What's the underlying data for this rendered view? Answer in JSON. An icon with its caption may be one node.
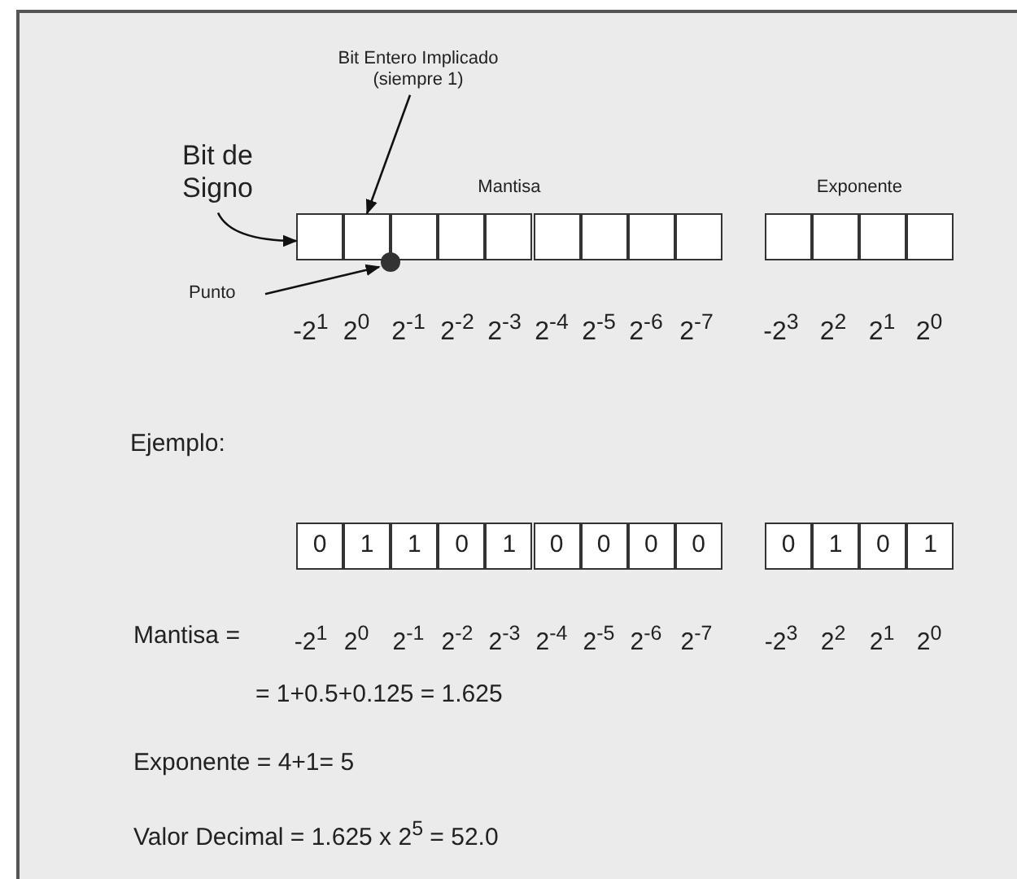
{
  "diagram": {
    "nodes": [
      {
        "text": [
          "Bit Entero Implicado (siempre 1)"
        ]
      },
      {
        "text": [
          "Bit de Signo"
        ]
      },
      {
        "text": [
          "Mantisa"
        ]
      },
      {
        "text": [],
        "shape": "box",
        "in": 2
      },
      {
        "text": [],
        "shape": "box",
        "in": 2
      },
      {
        "text": [],
        "shape": "box",
        "in": 2
      },
      {
        "text": [],
        "shape": "box",
        "in": 2
      },
      {
        "text": [],
        "shape": "box",
        "in": 2
      },
      {
        "text": [],
        "shape": "box",
        "in": 2
      },
      {
        "text": [],
        "shape": "box",
        "in": 2
      },
      {
        "text": [],
        "shape": "box",
        "in": 2
      },
      {
        "text": [],
        "shape": "box",
        "in": 2
      },
      {
        "text": [
          "Exponente"
        ]
      },
      {
        "text": [],
        "shape": "box",
        "in": 12
      },
      {
        "text": [],
        "shape": "box",
        "in": 12
      },
      {
        "text": [],
        "shape": "box",
        "in": 12
      },
      {
        "text": [],
        "shape": "box",
        "in": 12
      },
      {
        "text": [
          "Punto"
        ]
      },
      {
        "text": [],
        "shape": "circle"
      },
      {
        "text": [
          "0"
        ]
      },
      {
        "text": [
          "1"
        ]
      },
      {
        "text": [
          "1"
        ]
      },
      {
        "text": [
          "0"
        ]
      },
      {
        "text": [
          "1"
        ]
      },
      {
        "text": [
          "0"
        ]
      },
      {
        "text": [
          "0"
        ]
      },
      {
        "text": [
          "0"
        ]
      },
      {
        "text": [
          "0"
        ]
      },
      {
        "text": [
          "0"
        ]
      },
      {
        "text": [
          "1"
        ]
      },
      {
        "text": [
          "0"
        ]
      },
      {
        "text": [
          "1"
        ]
      }
    ],
    "edges": [
      {
        "from": 1,
        "to": 3,
        "arrow": "to"
      },
      {
        "from": 0,
        "to": 4,
        "arrow": "to"
      },
      {
        "from": 17,
        "to": 18,
        "arrow": "to"
      }
    ],
    "labels": [
      "-2$^{1}$",
      "2$^{0}$",
      "2$^{-1}$",
      "2$^{-2}$",
      "2$^{-3}$",
      "2$^{-4}$",
      "2$^{-5}$",
      "2$^{-6}$",
      "2$^{-7}$",
      "-2$^{3}$",
      "2$^{2}$",
      "2$^{1}$",
      "2$^{0}$",
      "Ejemplo:",
      "Mantisa =",
      "-2$^{1}$",
      "2$^{0}$",
      "2$^{-1}$",
      "2$^{-2}$",
      "2$^{-3}$",
      "2$^{-4}$",
      "2$^{-5}$",
      "2$^{-6}$",
      "2$^{-7}$",
      "-2$^{3}$",
      "2$^{2}$",
      "2$^{1}$",
      "2$^{0}$",
      "= 1+0.5+0.125 = 1.625",
      "Exponente = 4+1= 5",
      "Valor Decimal = 1.625 x 2$^{5}$ = 52.0"
    ]
  }
}
